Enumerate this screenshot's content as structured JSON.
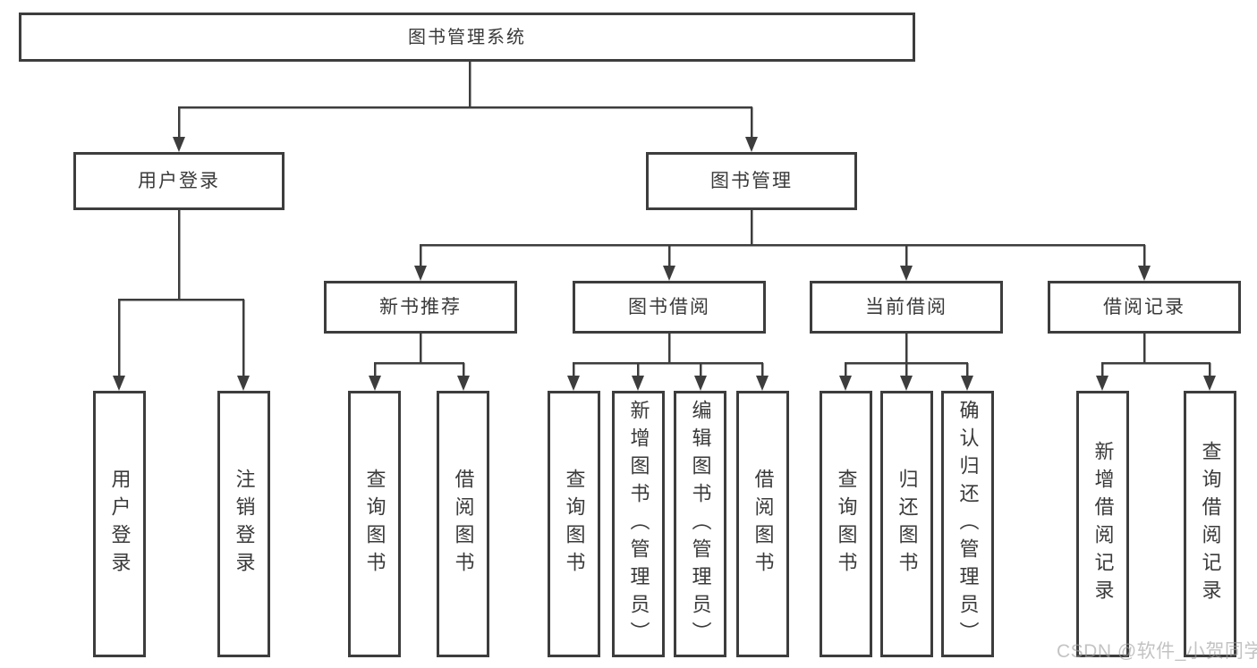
{
  "tree": {
    "root": {
      "label": "图书管理系统",
      "children": [
        {
          "label": "用户登录",
          "children": [
            {
              "label": "用户登录"
            },
            {
              "label": "注销登录"
            }
          ]
        },
        {
          "label": "图书管理",
          "children": [
            {
              "label": "新书推荐",
              "children": [
                {
                  "label": "查询图书"
                },
                {
                  "label": "借阅图书"
                }
              ]
            },
            {
              "label": "图书借阅",
              "children": [
                {
                  "label": "查询图书"
                },
                {
                  "label": "新增图书（管理员）"
                },
                {
                  "label": "编辑图书（管理员）"
                },
                {
                  "label": "借阅图书"
                }
              ]
            },
            {
              "label": "当前借阅",
              "children": [
                {
                  "label": "查询图书"
                },
                {
                  "label": "归还图书"
                },
                {
                  "label": "确认归还（管理员）"
                }
              ]
            },
            {
              "label": "借阅记录",
              "children": [
                {
                  "label": "新增借阅记录"
                },
                {
                  "label": "查询借阅记录"
                }
              ]
            }
          ]
        }
      ]
    }
  },
  "watermark": {
    "text": "CSDN @软件_小贺同学"
  },
  "colors": {
    "line": "#3d3d3d",
    "box_border": "#3d3d3d",
    "text": "#3a3a3a",
    "watermark": "#9e9e9e",
    "background": "#ffffff"
  }
}
